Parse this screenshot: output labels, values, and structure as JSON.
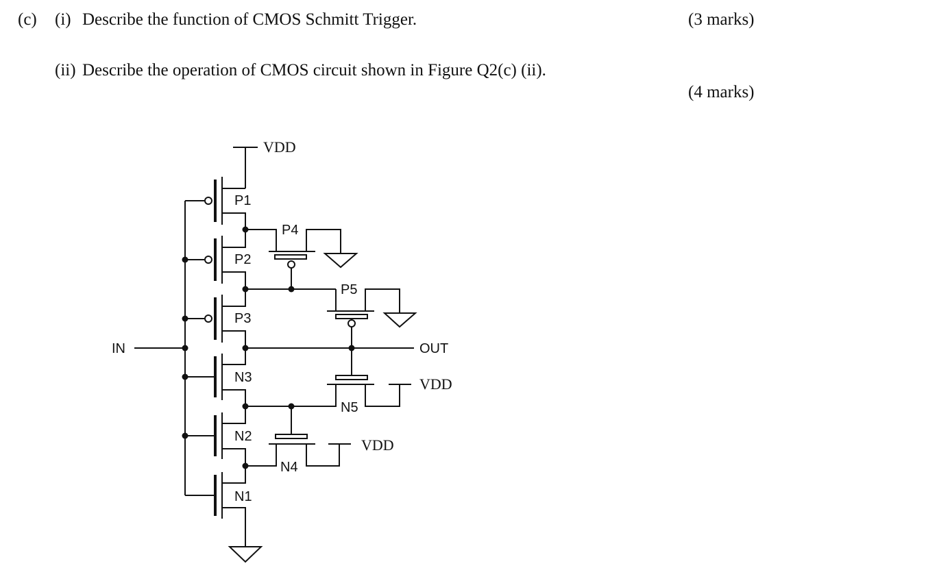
{
  "question": {
    "part_label": "(c)",
    "sub1": {
      "label": "(i)",
      "text": "Describe the function of CMOS Schmitt Trigger.",
      "marks": "(3 marks)"
    },
    "sub2": {
      "label": "(ii)",
      "text": "Describe the operation of CMOS circuit shown in Figure Q2(c) (ii).",
      "marks": "(4 marks)"
    }
  },
  "circuit": {
    "supply_top": "VDD",
    "supply_n5": "VDD",
    "supply_n4": "VDD",
    "input": "IN",
    "output": "OUT",
    "transistors": {
      "p1": "P1",
      "p2": "P2",
      "p3": "P3",
      "p4": "P4",
      "p5": "P5",
      "n1": "N1",
      "n2": "N2",
      "n3": "N3",
      "n4": "N4",
      "n5": "N5"
    }
  }
}
